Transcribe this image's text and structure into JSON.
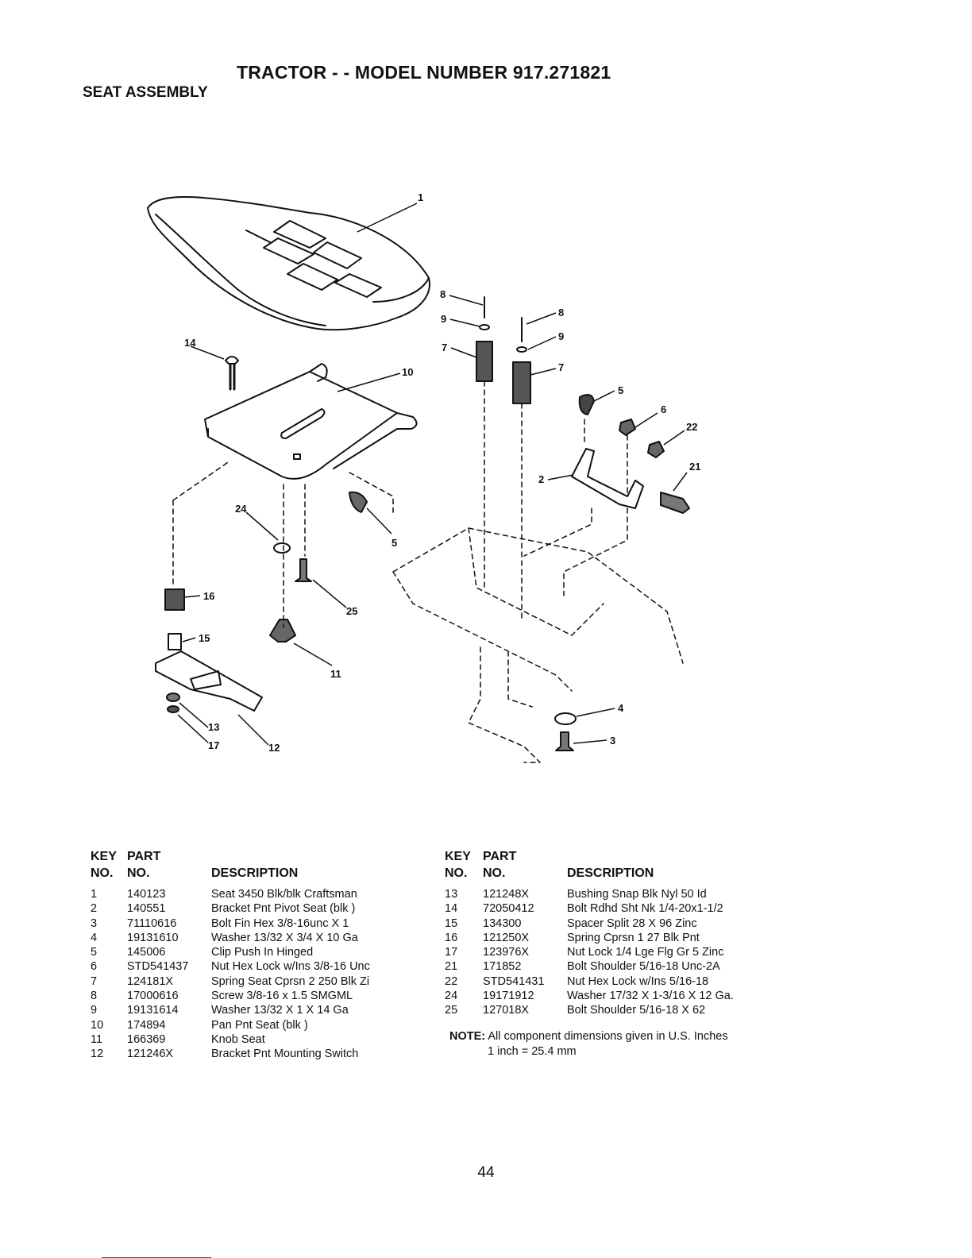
{
  "header": {
    "title": "TRACTOR - - MODEL NUMBER 917.271821",
    "subtitle": "SEAT ASSEMBLY"
  },
  "diagram": {
    "callouts": [
      "1",
      "8",
      "9",
      "7",
      "8",
      "9",
      "7",
      "5",
      "6",
      "22",
      "21",
      "2",
      "14",
      "10",
      "24",
      "5",
      "16",
      "25",
      "15",
      "11",
      "13",
      "17",
      "12",
      "4",
      "3"
    ]
  },
  "table_left": {
    "header": {
      "key1": "KEY",
      "part1": "PART",
      "key2": "NO.",
      "part2": "NO.",
      "desc": "DESCRIPTION"
    },
    "rows": [
      {
        "key": "1",
        "part": "140123",
        "desc": "Seat 3450 Blk/blk Craftsman"
      },
      {
        "key": "2",
        "part": "140551",
        "desc": "Bracket Pnt Pivot Seat (blk )"
      },
      {
        "key": "3",
        "part": "71110616",
        "desc": "Bolt Fin Hex 3/8-16unc X 1"
      },
      {
        "key": "4",
        "part": "19131610",
        "desc": "Washer 13/32 X 3/4 X 10 Ga"
      },
      {
        "key": "5",
        "part": "145006",
        "desc": "Clip Push In Hinged"
      },
      {
        "key": "6",
        "part": "STD541437",
        "desc": "Nut Hex Lock w/Ins 3/8-16 Unc"
      },
      {
        "key": "7",
        "part": "124181X",
        "desc": "Spring Seat Cprsn 2 250 Blk Zi"
      },
      {
        "key": "8",
        "part": "17000616",
        "desc": "Screw 3/8-16 x 1.5 SMGML"
      },
      {
        "key": "9",
        "part": "19131614",
        "desc": "Washer 13/32 X 1 X 14 Ga"
      },
      {
        "key": "10",
        "part": "174894",
        "desc": "Pan Pnt Seat (blk )"
      },
      {
        "key": "11",
        "part": "166369",
        "desc": "Knob Seat"
      },
      {
        "key": "12",
        "part": "121246X",
        "desc": "Bracket Pnt Mounting Switch"
      }
    ]
  },
  "table_right": {
    "header": {
      "key1": "KEY",
      "part1": "PART",
      "key2": "NO.",
      "part2": "NO.",
      "desc": "DESCRIPTION"
    },
    "rows": [
      {
        "key": "13",
        "part": "121248X",
        "desc": "Bushing Snap Blk Nyl 50 Id"
      },
      {
        "key": "14",
        "part": "72050412",
        "desc": "Bolt Rdhd Sht Nk 1/4-20x1-1/2"
      },
      {
        "key": "15",
        "part": "134300",
        "desc": "Spacer Split 28 X 96 Zinc"
      },
      {
        "key": "16",
        "part": "121250X",
        "desc": "Spring Cprsn 1 27 Blk Pnt"
      },
      {
        "key": "17",
        "part": "123976X",
        "desc": "Nut Lock 1/4 Lge Flg Gr 5 Zinc"
      },
      {
        "key": "21",
        "part": "171852",
        "desc": "Bolt Shoulder 5/16-18 Unc-2A"
      },
      {
        "key": "22",
        "part": "STD541431",
        "desc": "Nut Hex Lock w/Ins 5/16-18"
      },
      {
        "key": "24",
        "part": "19171912",
        "desc": "Washer 17/32 X 1-3/16 X 12 Ga."
      },
      {
        "key": "25",
        "part": "127018X",
        "desc": "Bolt Shoulder 5/16-18 X 62"
      }
    ]
  },
  "note": {
    "label": "NOTE:",
    "text": "All component dimensions given in U.S. Inches",
    "conversion": "1 inch = 25.4 mm"
  },
  "page_number": "44"
}
